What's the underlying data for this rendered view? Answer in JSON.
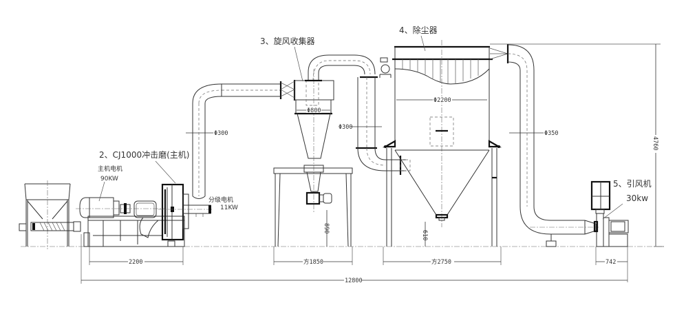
{
  "equipment": {
    "mill": {
      "label": "2、CJ1000冲击磨(主机)"
    },
    "main_motor": {
      "label": "主机电机",
      "power": "90KW"
    },
    "classifier_motor": {
      "label": "分级电机",
      "power": "11KW"
    },
    "cyclone": {
      "label": "3、旋风收集器"
    },
    "dust_collector": {
      "label": "4、除尘器"
    },
    "fan": {
      "label": "5、引风机",
      "power": "30kw"
    }
  },
  "dimensions": {
    "pipe_diam_1": "Φ300",
    "pipe_diam_2": "Φ300",
    "pipe_diam_3": "Φ350",
    "cyclone_diam": "Φ800",
    "collector_diam": "Φ2200",
    "cyclone_outlet_height": "890",
    "collector_outlet_height": "610",
    "mill_base_length": "2200",
    "cyclone_frame_width": "方1850",
    "collector_frame_width": "方2750",
    "fan_width": "742",
    "total_length": "12800",
    "total_height": "4760"
  }
}
